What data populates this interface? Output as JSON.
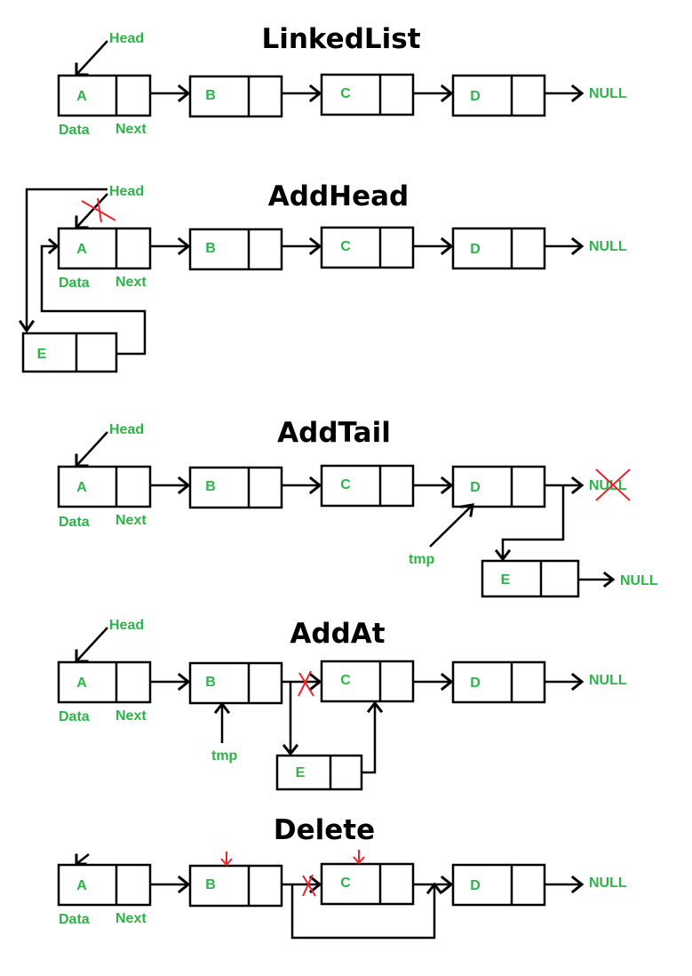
{
  "colors": {
    "label": "#2db34a",
    "line": "#000000",
    "cross": "#e8252c"
  },
  "sections": [
    {
      "title": "LinkedList",
      "head_label": "Head",
      "field_labels": {
        "data": "Data",
        "next": "Next"
      },
      "nodes": [
        "A",
        "B",
        "C",
        "D"
      ],
      "terminal": "NULL"
    },
    {
      "title": "AddHead",
      "head_label": "Head",
      "field_labels": {
        "data": "Data",
        "next": "Next"
      },
      "nodes": [
        "A",
        "B",
        "C",
        "D"
      ],
      "terminal": "NULL",
      "new_node": "E"
    },
    {
      "title": "AddTail",
      "head_label": "Head",
      "field_labels": {
        "data": "Data",
        "next": "Next"
      },
      "nodes": [
        "A",
        "B",
        "C",
        "D"
      ],
      "terminal": "NULL",
      "pointer_label": "tmp",
      "new_node": "E",
      "new_terminal": "NULL"
    },
    {
      "title": "AddAt",
      "head_label": "Head",
      "field_labels": {
        "data": "Data",
        "next": "Next"
      },
      "nodes": [
        "A",
        "B",
        "C",
        "D"
      ],
      "terminal": "NULL",
      "pointer_label": "tmp",
      "new_node": "E"
    },
    {
      "title": "Delete",
      "field_labels": {
        "data": "Data",
        "next": "Next"
      },
      "nodes": [
        "A",
        "B",
        "C",
        "D"
      ],
      "terminal": "NULL"
    }
  ]
}
